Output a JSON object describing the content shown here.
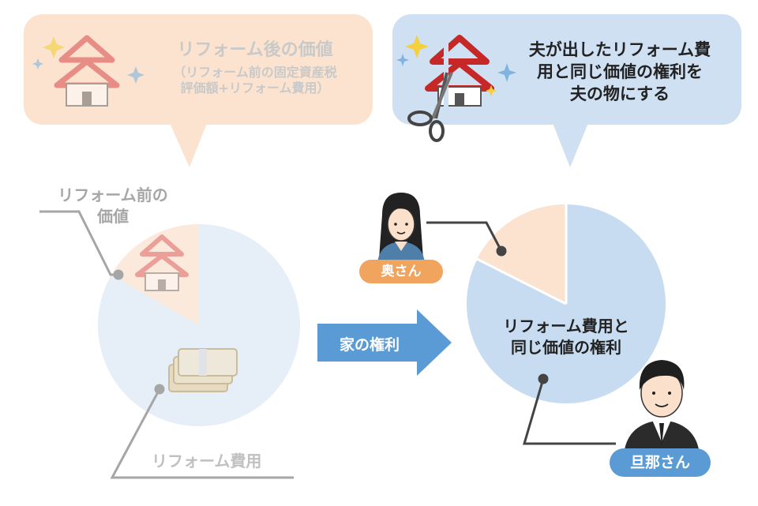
{
  "left_bubble": {
    "title": "リフォーム後の価値",
    "line2": "（リフォーム前の固定資産税",
    "line3": "評価額+リフォーム費用）"
  },
  "right_bubble": {
    "line1": "夫が出したリフォーム費",
    "line2": "用と同じ価値の権利を",
    "line3": "夫の物にする"
  },
  "left_pie": {
    "label_before_line1": "リフォーム前の",
    "label_before_line2": "価値",
    "label_cost": "リフォーム費用"
  },
  "arrow": {
    "label": "家の権利"
  },
  "right_pie": {
    "center_line1": "リフォーム費用と",
    "center_line2": "同じ価値の権利"
  },
  "people": {
    "wife_label": "奥さん",
    "husband_label": "旦那さん"
  },
  "colors": {
    "peach": "#f9dfc8",
    "blue": "#cfe0f2",
    "arrow": "#5b9bd5",
    "wife_pill": "#f0a45e",
    "husband_pill": "#5b9bd5",
    "roof": "#d9474b",
    "text_dark": "#333333",
    "text_faded": "#b5b5b5"
  }
}
